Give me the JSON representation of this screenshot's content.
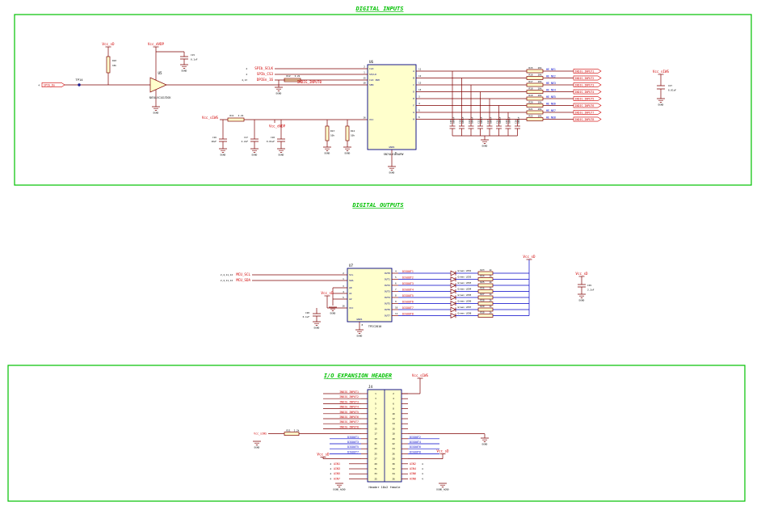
{
  "colors": {
    "border": "#00c000",
    "title": "#00c000",
    "wire": "#7f0000",
    "blue_wire": "#0000c8",
    "component": "#00007f",
    "component_fill": "#ffffcc",
    "net_label": "#d00000",
    "blue_label": "#0000c8",
    "text": "#000000"
  },
  "nets": {
    "dgnd": "DGND",
    "dgnd_agnd": "DGND_AGND",
    "vcc_sd": "Vcc_sD",
    "vcc_dvdp": "Vcc_dVDP",
    "vcc_siws": "Vcc_sIWS"
  },
  "digital_inputs": {
    "title": "DIGITAL INPUTS",
    "input_port": {
      "page_ref": "4",
      "net": "SPIb_Do"
    },
    "testpoint": "TP14",
    "pullup": {
      "ref": "R10",
      "val": "10k"
    },
    "buffer": {
      "ref": "U5",
      "part": "SN74LVC1G17DCK"
    },
    "buffer_cap": {
      "ref": "C15",
      "val": "0.1uF"
    },
    "series_res": {
      "ref": "R11",
      "val": "2.2k"
    },
    "decoupling_caps": [
      {
        "ref": "C16",
        "val": "10uF"
      },
      {
        "ref": "C17",
        "val": "2.2uF"
      },
      {
        "ref": "C18",
        "val": "0.01uF"
      }
    ],
    "pull_resistors": [
      {
        "ref": "R13",
        "val": "10k"
      },
      {
        "ref": "R14",
        "val": "10k"
      }
    ],
    "ctrl_res": {
      "ref": "R12",
      "val": "2.2k"
    },
    "ctrl_nets": [
      {
        "refs": "4",
        "name": "SPIb_SCLK",
        "pin": "2",
        "pin_name": "CLK"
      },
      {
        "refs": "4",
        "name": "SPIb_CS3",
        "pin": "1",
        "pin_name": "SH/LD"
      },
      {
        "refs": "4,13",
        "name": "DPIEn_16",
        "pin": "15",
        "pin_name": "CLK INH"
      }
    ],
    "ser_net": "INDIG_INPUT0",
    "ser_pin": {
      "num": "10",
      "name": "SER"
    },
    "shift_reg": {
      "ref": "U6",
      "part": "SN74LV165APW",
      "vcc_pin": {
        "num": "16",
        "name": "VCC"
      },
      "gnd_pin": {
        "num": "8",
        "name": "GND1"
      }
    },
    "input_rows": [
      {
        "pin": "11",
        "pin_name": "A",
        "cap": "C19",
        "cap_val": "100nF",
        "res": "R15",
        "res_val": "10k",
        "he": "HE_NE1",
        "net": "INDIG_INPUT1"
      },
      {
        "pin": "12",
        "pin_name": "B",
        "cap": "C20",
        "cap_val": "100nF",
        "res": "R16",
        "res_val": "10k",
        "he": "HE_NE2",
        "net": "INDIG_INPUT2"
      },
      {
        "pin": "13",
        "pin_name": "C",
        "cap": "C21",
        "cap_val": "100nF",
        "res": "R17",
        "res_val": "10k",
        "he": "HE_NE3",
        "net": "INDIG_INPUT3"
      },
      {
        "pin": "14",
        "pin_name": "D",
        "cap": "C22",
        "cap_val": "100nF",
        "res": "R18",
        "res_val": "10k",
        "he": "HE_NE4",
        "net": "INDIG_INPUT4"
      },
      {
        "pin": "3",
        "pin_name": "E",
        "cap": "C23",
        "cap_val": "100nF",
        "res": "R19",
        "res_val": "10k",
        "he": "HE_NE5",
        "net": "INDIG_INPUT5"
      },
      {
        "pin": "4",
        "pin_name": "F",
        "cap": "C24",
        "cap_val": "100nF",
        "res": "R20",
        "res_val": "10k",
        "he": "HE_NE6",
        "net": "INDIG_INPUT6"
      },
      {
        "pin": "5",
        "pin_name": "G",
        "cap": "C25",
        "cap_val": "100nF",
        "res": "R21",
        "res_val": "10k",
        "he": "HE_NE7",
        "net": "INDIG_INPUT7"
      },
      {
        "pin": "6",
        "pin_name": "H",
        "cap": "C26",
        "cap_val": "100nF",
        "res": "R22",
        "res_val": "10k",
        "he": "HE_NE8",
        "net": "INDIG_INPUT8"
      }
    ],
    "right_cap": {
      "ref": "C27",
      "val": "0.01uF"
    }
  },
  "digital_outputs": {
    "title": "DIGITAL OUTPUTS",
    "i2c_nets": [
      {
        "refs": "2,4,11,12",
        "name": "MCU_SCL",
        "pin": "2",
        "pin_name": "SCL"
      },
      {
        "refs": "2,4,11,12",
        "name": "MCU_SDA",
        "pin": "1",
        "pin_name": "SDA"
      }
    ],
    "addr_pins": [
      {
        "num": "3",
        "name": "A0"
      },
      {
        "num": "4",
        "name": "A1"
      },
      {
        "num": "5",
        "name": "A2"
      }
    ],
    "driver": {
      "ref": "U7",
      "part": "TPIC2810",
      "vcc_pin": {
        "num": "16",
        "name": "VCC"
      },
      "gnd_pin": {
        "num": "8",
        "name": "GND1"
      }
    },
    "vcc_cap": {
      "ref": "C28",
      "val": "0.1uF"
    },
    "rows": [
      {
        "pin": "4",
        "pin_name": "OUT0",
        "net": "DIGOUT1",
        "led": "Green LED1",
        "res": "R23",
        "res_val": "1k"
      },
      {
        "pin": "5",
        "pin_name": "OUT1",
        "net": "DIGOUT2",
        "led": "Green LED2",
        "res": "R24",
        "res_val": "1k"
      },
      {
        "pin": "6",
        "pin_name": "OUT2",
        "net": "DIGOUT3",
        "led": "Green LED3",
        "res": "R25",
        "res_val": "1k"
      },
      {
        "pin": "7",
        "pin_name": "OUT3",
        "net": "DIGOUT4",
        "led": "Green LED4",
        "res": "R26",
        "res_val": "1k"
      },
      {
        "pin": "8",
        "pin_name": "OUT4",
        "net": "DIGOUT5",
        "led": "Green LED5",
        "res": "R27",
        "res_val": "1k"
      },
      {
        "pin": "9",
        "pin_name": "OUT5",
        "net": "DIGOUT6",
        "led": "Green LED6",
        "res": "R28",
        "res_val": "1k"
      },
      {
        "pin": "10",
        "pin_name": "OUT6",
        "net": "DIGOUT7",
        "led": "Green LED7",
        "res": "R29",
        "res_val": "1k"
      },
      {
        "pin": "11",
        "pin_name": "OUT7",
        "net": "DIGOUT8",
        "led": "Green LED8",
        "res": "R30",
        "res_val": "1k"
      }
    ],
    "right_cap": {
      "ref": "C29",
      "val": "2.2uF"
    }
  },
  "expansion_header": {
    "title": "I/O EXPANSION HEADER",
    "connector": {
      "ref": "J4",
      "part": "Header 18x2 female",
      "pins": 36
    },
    "left_inputs": [
      "INDIG_INPUT1",
      "INDIG_INPUT2",
      "INDIG_INPUT3",
      "INDIG_INPUT4",
      "INDIG_INPUT5",
      "INDIG_INPUT6",
      "INDIG_INPUT7",
      "INDIG_INPUT8"
    ],
    "series_res": {
      "ref": "R31",
      "val": "2.2k"
    },
    "left_digout": [
      "DIGOUT1",
      "DIGOUT3",
      "DIGOUT5",
      "DIGOUT7"
    ],
    "right_digout": [
      "DIGOUT2",
      "DIGOUT4",
      "DIGOUT6",
      "DIGOUT8"
    ],
    "left_ain": [
      {
        "ref": "4",
        "name": "AIN1"
      },
      {
        "ref": "4",
        "name": "AIN3"
      },
      {
        "ref": "4",
        "name": "AIN5"
      },
      {
        "ref": "4",
        "name": "AIN7"
      }
    ],
    "right_ain": [
      {
        "ref": "4",
        "name": "AIN2"
      },
      {
        "ref": "4",
        "name": "AIN4"
      },
      {
        "ref": "4",
        "name": "AIN6"
      },
      {
        "ref": "4",
        "name": "AIN8"
      }
    ]
  }
}
